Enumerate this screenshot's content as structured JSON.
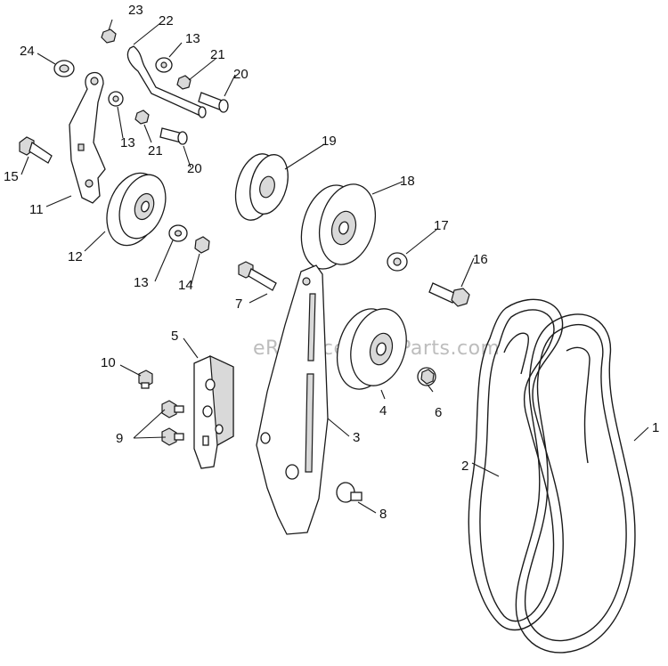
{
  "watermark": "eReplacementParts.com",
  "callouts": [
    {
      "id": "c1",
      "text": "1"
    },
    {
      "id": "c2",
      "text": "2"
    },
    {
      "id": "c3",
      "text": "3"
    },
    {
      "id": "c4",
      "text": "4"
    },
    {
      "id": "c5",
      "text": "5"
    },
    {
      "id": "c6",
      "text": "6"
    },
    {
      "id": "c7",
      "text": "7"
    },
    {
      "id": "c8",
      "text": "8"
    },
    {
      "id": "c9",
      "text": "9"
    },
    {
      "id": "c10",
      "text": "10"
    },
    {
      "id": "c11",
      "text": "11"
    },
    {
      "id": "c12",
      "text": "12"
    },
    {
      "id": "c13a",
      "text": "13"
    },
    {
      "id": "c13b",
      "text": "13"
    },
    {
      "id": "c13c",
      "text": "13"
    },
    {
      "id": "c14",
      "text": "14"
    },
    {
      "id": "c15",
      "text": "15"
    },
    {
      "id": "c16",
      "text": "16"
    },
    {
      "id": "c17",
      "text": "17"
    },
    {
      "id": "c18",
      "text": "18"
    },
    {
      "id": "c19",
      "text": "19"
    },
    {
      "id": "c20a",
      "text": "20"
    },
    {
      "id": "c20b",
      "text": "20"
    },
    {
      "id": "c21a",
      "text": "21"
    },
    {
      "id": "c21b",
      "text": "21"
    },
    {
      "id": "c22",
      "text": "22"
    },
    {
      "id": "c23",
      "text": "23"
    },
    {
      "id": "c24",
      "text": "24"
    }
  ]
}
